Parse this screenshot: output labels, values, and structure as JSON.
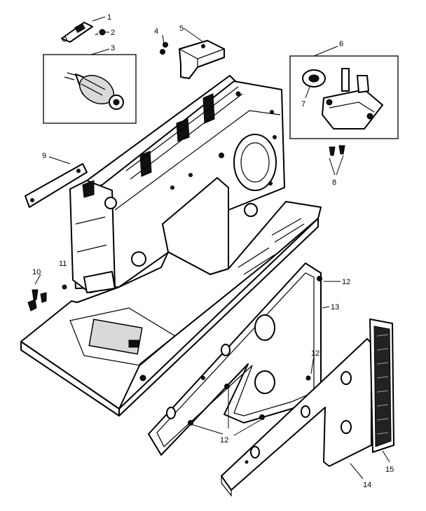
{
  "callouts": {
    "c1": "1",
    "c2": "2",
    "c3": "3",
    "c4": "4",
    "c5": "5",
    "c6": "6",
    "c7": "7",
    "c8": "8",
    "c9": "9",
    "c10": "10",
    "c11": "11",
    "c12a": "12",
    "c12b": "12",
    "c12c": "12",
    "c13": "13",
    "c14": "14",
    "c15": "15"
  }
}
